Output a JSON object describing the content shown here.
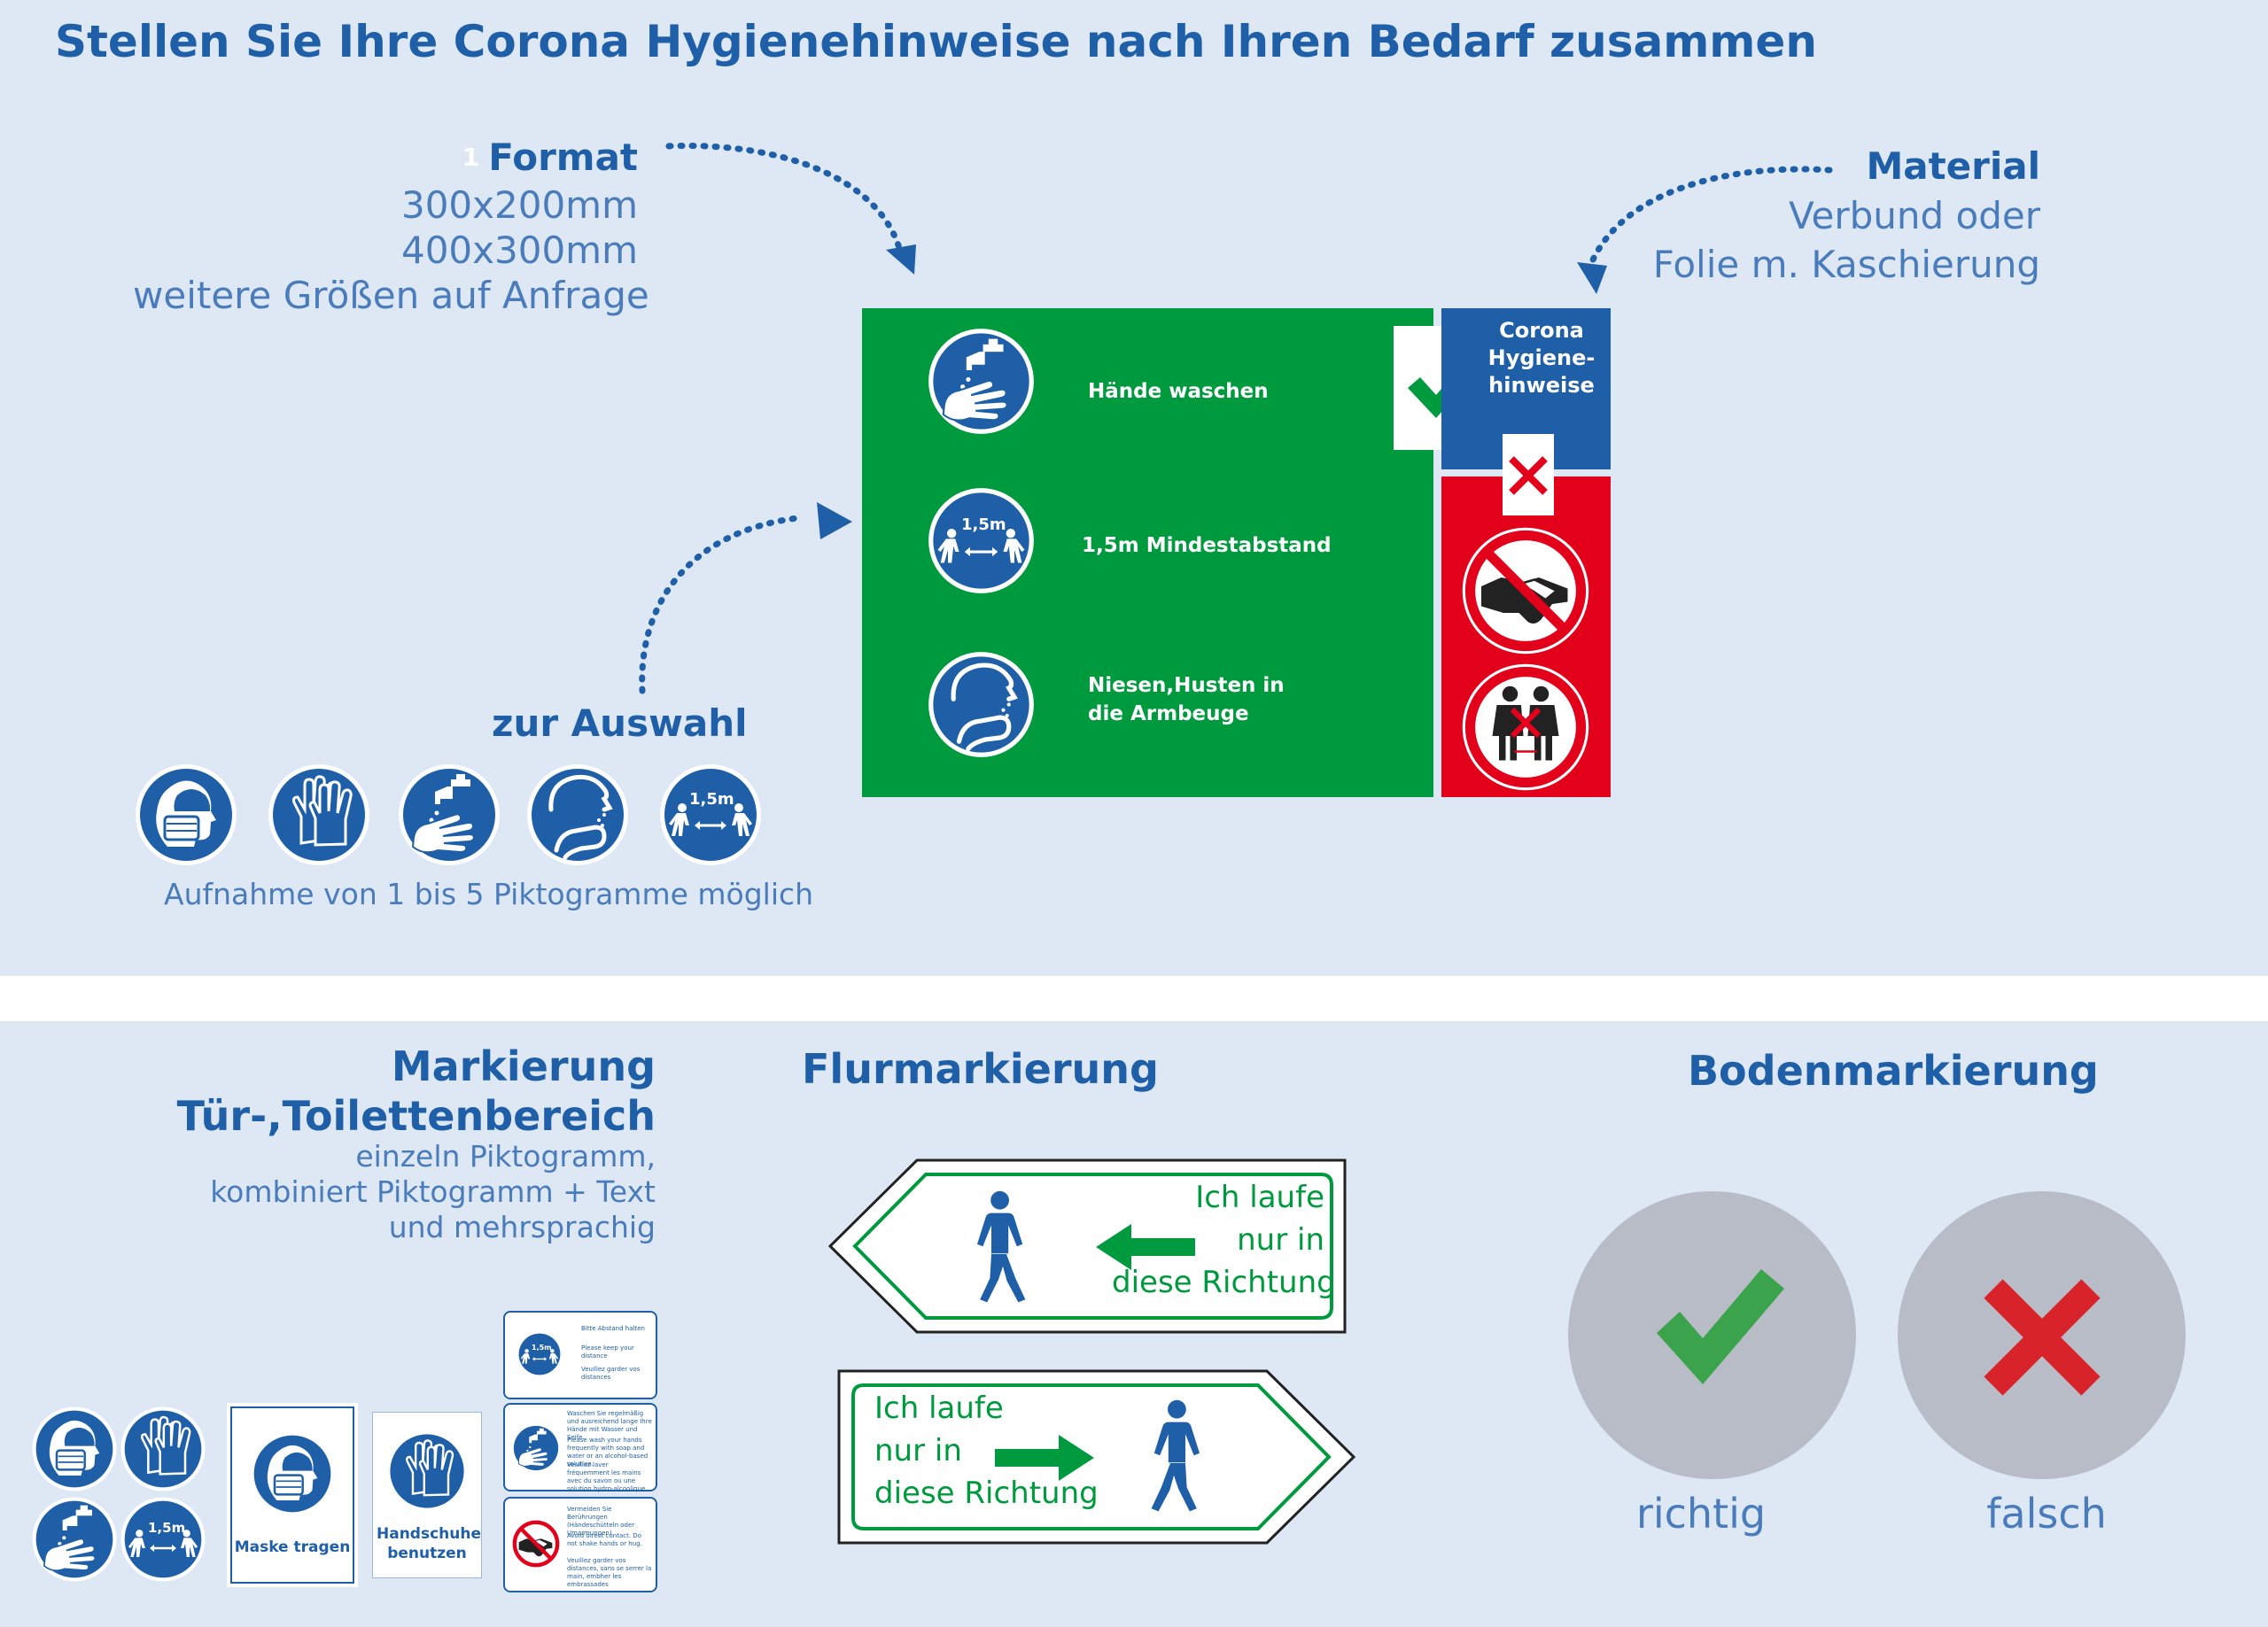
{
  "headline": "Stellen Sie Ihre Corona Hygienehinweise nach Ihren Bedarf zusammen",
  "format": {
    "step": "1",
    "title": "Format",
    "lines": [
      "300x200mm",
      "400x300mm",
      "weitere Größen auf Anfrage"
    ]
  },
  "material": {
    "title": "Material",
    "lines": [
      "Verbund oder",
      "Folie m. Kaschierung"
    ]
  },
  "selection": {
    "title": "zur Auswahl",
    "note": "Aufnahme von 1 bis 5 Piktogramme möglich",
    "icons": [
      "mask-icon",
      "gloves-icon",
      "hand-washing-icon",
      "sneeze-elbow-icon",
      "distance-icon"
    ]
  },
  "sign": {
    "items": [
      "Hände waschen",
      "1,5m Mindestabstand",
      "Niesen,Husten in die Armbeuge"
    ],
    "header_lines": [
      "Corona",
      "Hygiene-",
      "hinweise"
    ],
    "distance_label": "1,5m",
    "colors": {
      "green": "#009a3e",
      "blue": "#1f5fa8",
      "red": "#e3001b"
    }
  },
  "markierung": {
    "title_lines": [
      "Markierung",
      "Tür-,Toilettenbereich"
    ],
    "desc_lines": [
      "einzeln Piktogramm,",
      "kombiniert Piktogramm + Text",
      "und mehrsprachig"
    ],
    "cards": [
      "Maske tragen",
      "Handschuhe benutzen"
    ],
    "small_cards": [
      [
        "Bitte Abstand halten",
        "Please keep your distance",
        "Veuillez garder vos distances"
      ],
      [
        "Waschen Sie regelmäßig und ausreichend lange Ihre Hände mit Wasser und Seife.",
        "Please wash your hands frequently with soap and water or an alcohol-based solution.",
        "Veuillez laver fréquemment les mains avec du savon ou une solution hydro-alcoolique"
      ],
      [
        "Vermeiden Sie Berührungen (Händeschütteln oder Umarmungen)",
        "Avoid direct contact. Do not shake hands or hug.",
        "Veuillez garder vos distances, sans se serrer la main, embher les embrassades"
      ]
    ],
    "distance_label": "1,5m"
  },
  "flur": {
    "title": "Flurmarkierung",
    "text_lines": [
      "Ich laufe",
      "nur in",
      "diese Richtung"
    ]
  },
  "boden": {
    "title": "Bodenmarkierung",
    "right_label": "richtig",
    "wrong_label": "falsch"
  }
}
